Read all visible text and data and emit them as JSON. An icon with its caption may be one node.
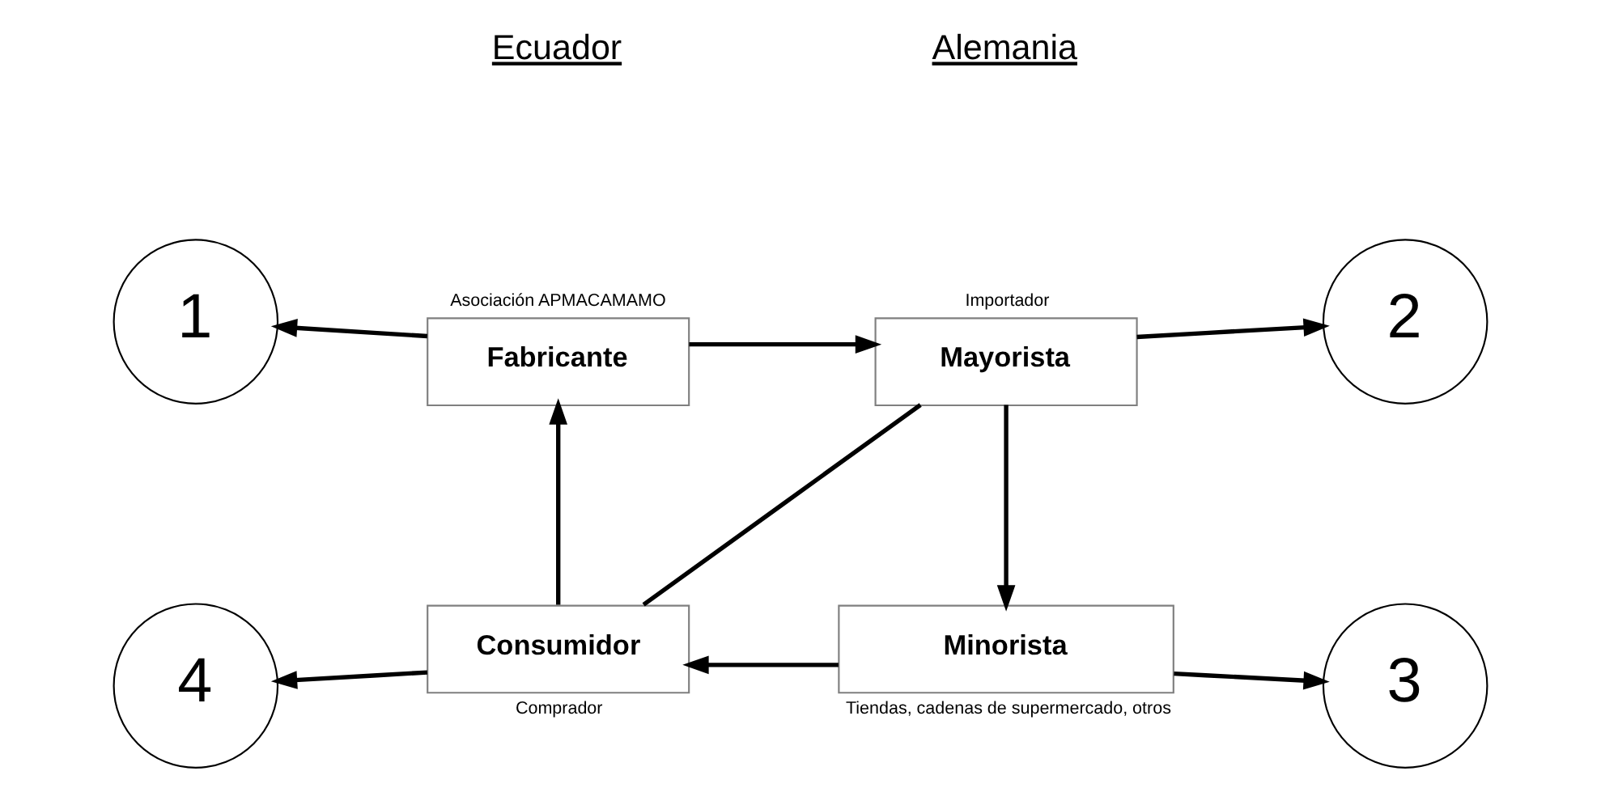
{
  "diagram": {
    "nodes": [
      {
        "text": [
          "1"
        ]
      },
      {
        "text": [
          "Fabricante"
        ],
        "beside": [
          "Asociación APMACAMAMO"
        ]
      },
      {
        "text": [
          "Mayorista"
        ],
        "beside": [
          "Importador"
        ]
      },
      {
        "text": [
          "2"
        ]
      },
      {
        "text": [
          "4"
        ]
      },
      {
        "text": [
          "Consumidor"
        ],
        "beside": [
          "Comprador"
        ]
      },
      {
        "text": [
          "Minorista"
        ],
        "beside": [
          "Tiendas, cadenas de supermercado, otros"
        ]
      },
      {
        "text": [
          "3"
        ]
      }
    ],
    "edges": [
      {
        "from": 1,
        "to": 0,
        "arrow": "to"
      },
      {
        "from": 1,
        "to": 2,
        "arrow": "to"
      },
      {
        "from": 2,
        "to": 3,
        "arrow": "to"
      },
      {
        "from": 2,
        "to": 6,
        "arrow": "to"
      },
      {
        "from": 6,
        "to": 5,
        "arrow": "to"
      },
      {
        "from": 6,
        "to": 7,
        "arrow": "to"
      },
      {
        "from": 5,
        "to": 4,
        "arrow": "to"
      },
      {
        "from": 5,
        "to": 1,
        "arrow": "to"
      },
      {
        "from": 5,
        "to": 2,
        "arrow": "none"
      }
    ],
    "labels": [
      "Ecuador",
      "Alemania"
    ]
  }
}
